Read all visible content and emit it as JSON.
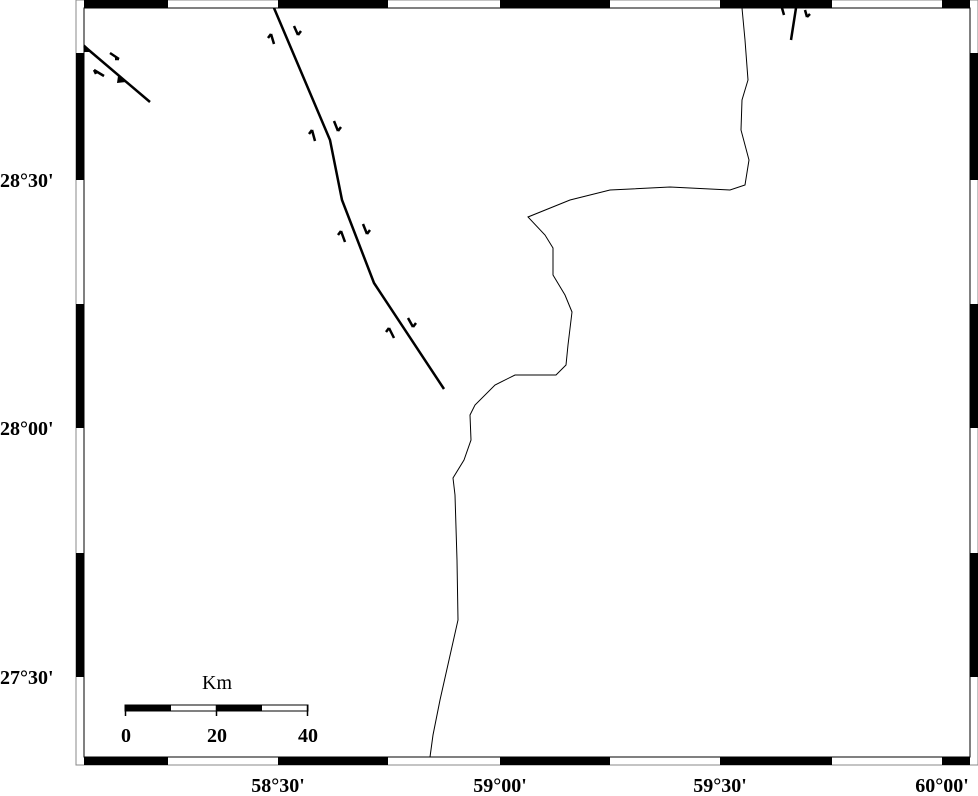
{
  "map": {
    "x_ticks": [
      "58°30'",
      "59°00'",
      "59°30'",
      "60°00'"
    ],
    "y_ticks": [
      "28°30'",
      "28°00'",
      "27°30'"
    ],
    "scale_bar": {
      "unit": "Km",
      "labels": [
        "0",
        "20",
        "40"
      ]
    },
    "colors": {
      "frame": "#000000",
      "background": "#ffffff",
      "lines": "#000000"
    }
  }
}
